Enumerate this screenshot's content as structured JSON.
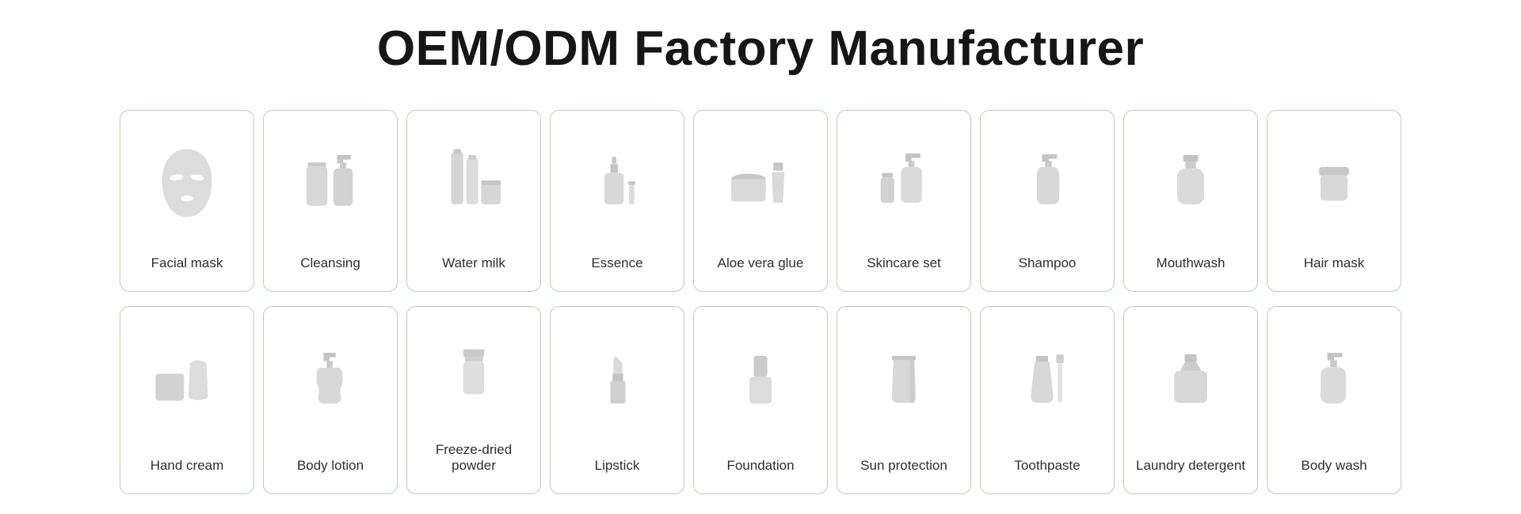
{
  "page": {
    "title": "OEM/ODM Factory Manufacturer"
  },
  "accent_colors": {
    "card_border": "#aed6ae",
    "title_text": "#161616",
    "label_text": "#2e2e2e",
    "product_gray": "#d6d6d6"
  },
  "cards": [
    {
      "label": "Facial mask",
      "icon": "facial-mask-icon"
    },
    {
      "label": "Cleansing",
      "icon": "cleansing-icon"
    },
    {
      "label": "Water milk",
      "icon": "water-milk-icon"
    },
    {
      "label": "Essence",
      "icon": "essence-icon"
    },
    {
      "label": "Aloe vera glue",
      "icon": "aloe-vera-glue-icon"
    },
    {
      "label": "Skincare set",
      "icon": "skincare-set-icon"
    },
    {
      "label": "Shampoo",
      "icon": "shampoo-icon"
    },
    {
      "label": "Mouthwash",
      "icon": "mouthwash-icon"
    },
    {
      "label": "Hair mask",
      "icon": "hair-mask-icon"
    },
    {
      "label": "Hand cream",
      "icon": "hand-cream-icon"
    },
    {
      "label": "Body lotion",
      "icon": "body-lotion-icon"
    },
    {
      "label": "Freeze-dried powder",
      "icon": "freeze-dried-powder-icon"
    },
    {
      "label": "Lipstick",
      "icon": "lipstick-icon"
    },
    {
      "label": "Foundation",
      "icon": "foundation-icon"
    },
    {
      "label": "Sun protection",
      "icon": "sun-protection-icon"
    },
    {
      "label": "Toothpaste",
      "icon": "toothpaste-icon"
    },
    {
      "label": "Laundry detergent",
      "icon": "laundry-detergent-icon"
    },
    {
      "label": "Body wash",
      "icon": "body-wash-icon"
    }
  ]
}
